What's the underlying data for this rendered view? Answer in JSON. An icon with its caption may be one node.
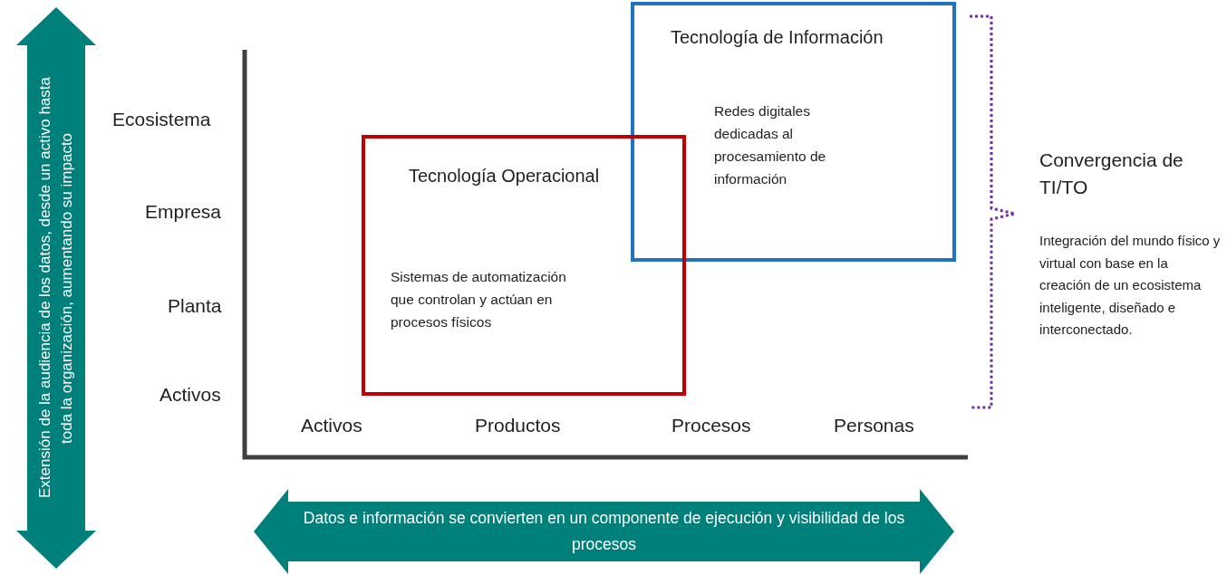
{
  "diagram": {
    "nodes": [
      {
        "text": [
          "Extensión de la audiencia de los datos, desde un activo hasta toda la organización, aumentando su impacto"
        ]
      },
      {
        "text": [
          "Tecnología de Información",
          "Redes digitales dedicadas al procesamiento de información"
        ]
      },
      {
        "text": [
          "Tecnología Operacional",
          "Sistemas de automatización que controlan y actúan en procesos físicos"
        ]
      },
      {
        "text": [
          "Datos e información se convierten en un componente de ejecución y visibilidad de los procesos"
        ]
      }
    ],
    "edges": [],
    "labels": [
      "Ecosistema",
      "Empresa",
      "Planta",
      "Activos",
      "Activos",
      "Productos",
      "Procesos",
      "Personas",
      "Convergencia de TI/TO",
      "Integración del mundo físico y virtual con base en la creación de un ecosistema inteligente, diseñado e interconectado."
    ]
  }
}
